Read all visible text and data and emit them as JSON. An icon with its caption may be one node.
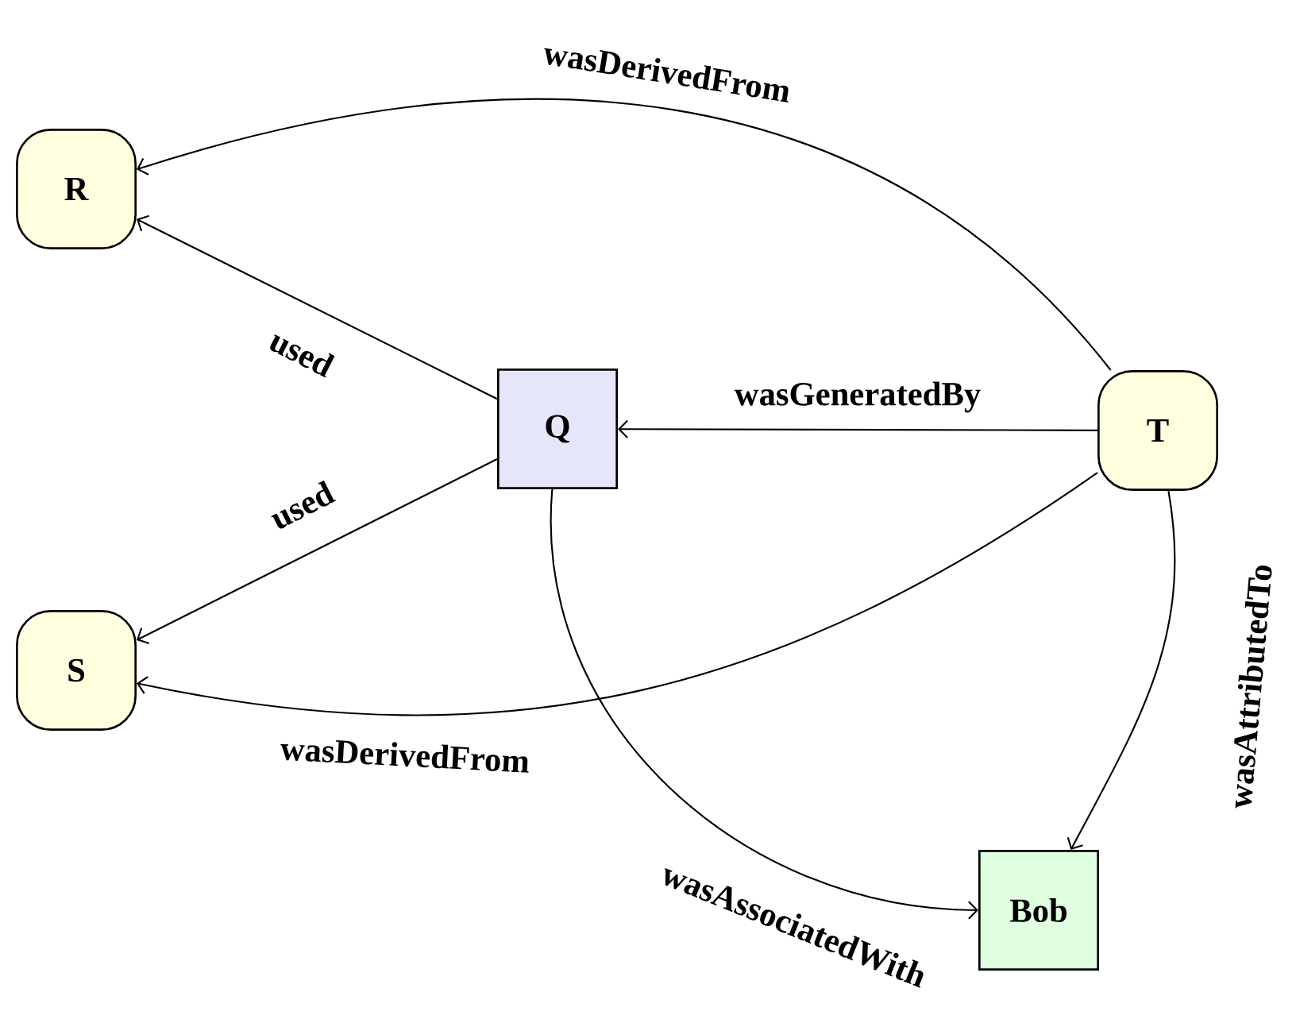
{
  "diagram": {
    "nodes": [
      {
        "text": [
          "R"
        ]
      },
      {
        "text": [
          "S"
        ]
      },
      {
        "text": [
          "Q"
        ]
      },
      {
        "text": [
          "T"
        ]
      },
      {
        "text": [
          "Bob"
        ]
      }
    ],
    "edges": [
      {
        "from": 2,
        "to": 0,
        "arrow": "to",
        "label": "used"
      },
      {
        "from": 2,
        "to": 1,
        "arrow": "to",
        "label": "used"
      },
      {
        "from": 3,
        "to": 2,
        "arrow": "to",
        "label": "wasGeneratedBy"
      },
      {
        "from": 3,
        "to": 0,
        "arrow": "to",
        "label": "wasDerivedFrom"
      },
      {
        "from": 3,
        "to": 1,
        "arrow": "to",
        "label": "wasDerivedFrom"
      },
      {
        "from": 2,
        "to": 4,
        "arrow": "to",
        "label": "wasAssociatedWith"
      },
      {
        "from": 3,
        "to": 4,
        "arrow": "to",
        "label": "wasAttributedTo"
      }
    ]
  }
}
